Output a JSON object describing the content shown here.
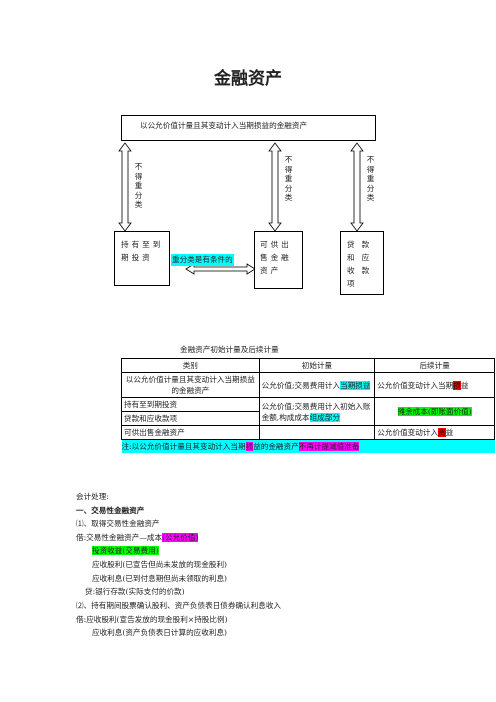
{
  "page_title": "金融资产",
  "diagram": {
    "top_box": "以公允价值计量且其变动计入当期损益的金融资产",
    "no_reclass_labels": [
      "不得重分类",
      "不得重分类",
      "不得重分类"
    ],
    "boxes": [
      {
        "label": "持有至到期投资"
      },
      {
        "label": "可供出售金融资产"
      },
      {
        "label": "贷款和应收款项"
      }
    ],
    "middle_note": "重分类是有条件的"
  },
  "table": {
    "caption": "金融资产初始计量及后续计量",
    "headers": [
      "类别",
      "初始计量",
      "后续计量"
    ],
    "rows": [
      {
        "category": "以公允价值计量且其变动计入当期损益的金融资产",
        "initial_a": "公允价值;交易费用计入",
        "initial_hl": "当期损益",
        "subsequent_a": "公允价值变动计入当期",
        "subsequent_hl": "损",
        "subsequent_b": "益"
      },
      {
        "category": "持有至到期投资"
      },
      {
        "category": "贷款和应收款项",
        "initial_a": "公允价值;交易费用计入初始入账金额,构成成本",
        "initial_hl": "组成部分",
        "subsequent_hl": "摊余成本(即账面价值)"
      },
      {
        "category": "可供出售金融资产",
        "subsequent_a": "公允价值变动计入",
        "subsequent_hl": "资",
        "subsequent_b": "益"
      }
    ],
    "note_a": "注:以公允价值计量且其变动计入当期",
    "note_hl1": "损",
    "note_b": "益的金融资产",
    "note_hl2": "不再计提减值准备"
  },
  "body": {
    "intro": "会计处理:",
    "section1": "一、交易性金融资产",
    "item1": "⑴、取得交易性金融资产",
    "debit1_a": "借:交易性金融资产—成本",
    "debit1_hl": "(公允价值)",
    "debit2_hl": "投资收益(交易费用)",
    "debit3": "应收股利(已宣告但尚未发放的现金股利)",
    "debit4": "应收利息(已到付息期但尚未领取的利息)",
    "credit1": "贷:银行存款(实际支付的价款)",
    "item2": "⑵、持有期间股票确认股利、资产负债表日债券确认利息收入",
    "debit5": "借:应收股利(宣告发放的现金股利×持股比例)",
    "debit6": "应收利息(资产负债表日计算的应收利息)"
  },
  "colors": {
    "cyan": "#00ffff",
    "magenta": "#ff00ff",
    "green": "#00ff00",
    "red": "#ff0000"
  }
}
